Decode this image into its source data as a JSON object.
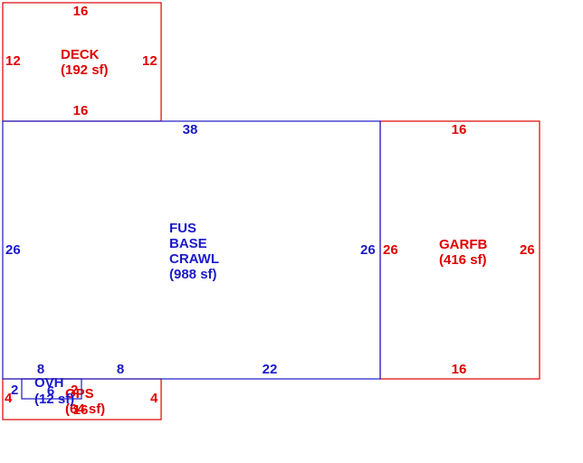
{
  "areas": {
    "deck": {
      "name": "DECK",
      "area": "(192 sf)",
      "dim_top": "16",
      "dim_bottom": "16",
      "dim_left": "12",
      "dim_right": "12",
      "color": "#e00000"
    },
    "main": {
      "line1": "FUS",
      "line2": "BASE",
      "line3": "CRAWL",
      "area": "(988 sf)",
      "dim_top": "38",
      "dim_left": "26",
      "dim_right": "26",
      "dim_bottom_a": "8",
      "dim_bottom_b": "8",
      "dim_bottom_c": "22",
      "color": "#1a1ac8"
    },
    "garage": {
      "name": "GARFB",
      "area": "(416 sf)",
      "dim_top": "16",
      "dim_bottom": "16",
      "dim_left": "26",
      "dim_right": "26",
      "color": "#e00000"
    },
    "ops": {
      "name": "OPS",
      "area": "(64 sf)",
      "dim_left": "4",
      "dim_right": "4",
      "dim_bottom": "16",
      "color": "#e00000"
    },
    "ovh": {
      "name": "OVH",
      "area": "(12 sf)",
      "dim_left": "2",
      "dim_bottom": "6",
      "dim_right": "2",
      "color": "#1a1ac8"
    }
  }
}
